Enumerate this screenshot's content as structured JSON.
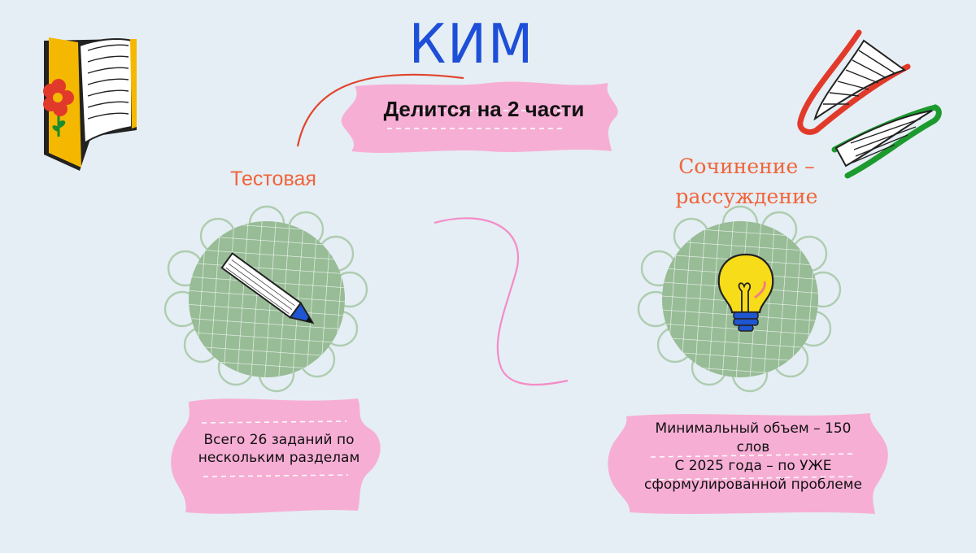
{
  "title": "КИМ",
  "banner": {
    "text": "Делится на 2 части"
  },
  "left_section": {
    "label": "Тестовая",
    "card": "Всего 26 заданий по нескольким разделам"
  },
  "right_section": {
    "label": "Сочинение – рассуждение",
    "card_line1": "Минимальный объем – 150 слов",
    "card_line2": "С 2025 года – по УЖЕ сформулированной проблеме"
  },
  "icons": {
    "top_left": "book-icon",
    "top_right": "open-book-icon",
    "left_circle": "pen-icon",
    "right_circle": "lightbulb-icon"
  },
  "colors": {
    "background": "#e5eef4",
    "title": "#1e4fd8",
    "label": "#f0643a",
    "banner": "#f7aed5",
    "circle": "#97bc96",
    "connector": "#f07ec0"
  }
}
